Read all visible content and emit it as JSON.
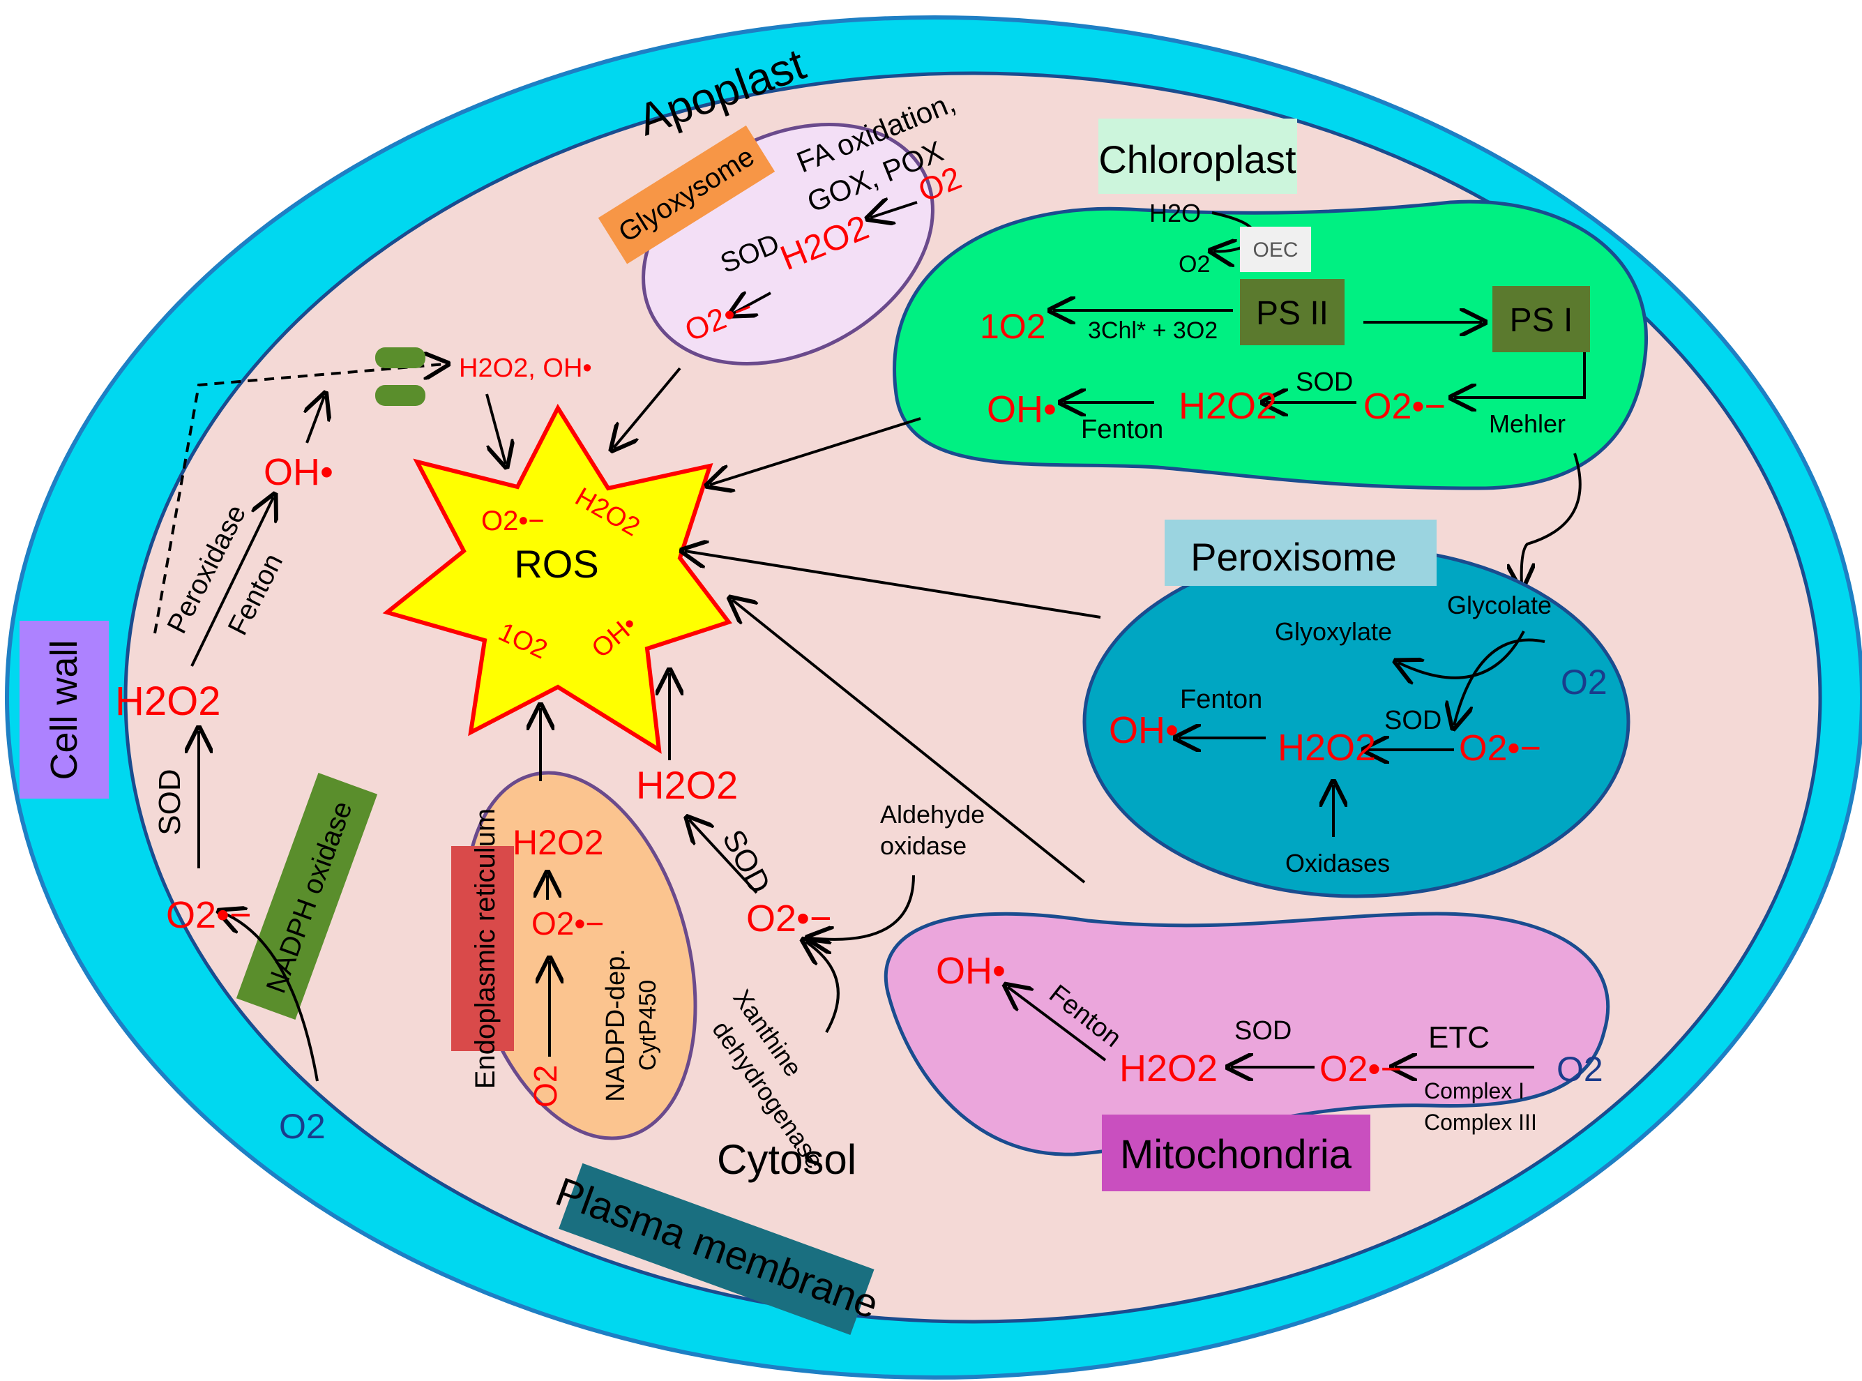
{
  "labels": {
    "apoplast": "Apoplast",
    "cell_wall": "Cell wall",
    "plasma_membrane": "Plasma membrane",
    "cytosol": "Cytosol",
    "glyoxysome": "Glyoxysome",
    "chloroplast": "Chloroplast",
    "peroxisome": "Peroxisome",
    "mitochondria": "Mitochondria",
    "endoplasmic_reticulum": "Endoplasmic reticulum",
    "nadph_oxidase": "NADPH oxidase",
    "ros": "ROS"
  },
  "species": {
    "h2o2": "H2O2",
    "superoxide": "O2•−",
    "hydroxyl": "OH•",
    "singlet_oxygen": "1O2",
    "oxygen": "O2",
    "water": "H2O",
    "h2o2_oh_pair": "H2O2, OH•",
    "chl_triplet": "3Chl* + 3O2"
  },
  "processes": {
    "sod": "SOD",
    "fenton": "Fenton",
    "peroxidase": "Peroxidase",
    "mehler": "Mehler",
    "ps2": "PS II",
    "ps1": "PS I",
    "oec": "OEC",
    "glycolate": "Glycolate",
    "glyoxylate": "Glyoxylate",
    "oxidases": "Oxidases",
    "etc": "ETC",
    "complex1": "Complex I",
    "complex3": "Complex III",
    "aldehyde_oxidase_1": "Aldehyde",
    "aldehyde_oxidase_2": "oxidase",
    "xanthine_1": "Xanthine",
    "xanthine_2": "dehydrogenase",
    "nadpd_1": "NADPD-dep.",
    "nadpd_2": "CytP450",
    "fa_line1": "FA oxidation,",
    "fa_line2": "GOX, POX"
  },
  "colors": {
    "apoplast": "#00d8f0",
    "cytosol": "#f4d9d6",
    "glyoxysome": "#f3dff6",
    "glyoxysome_tag": "#f79646",
    "chloroplast": "#00f082",
    "chloroplast_tag": "#ccf5dc",
    "photosystem": "#5b7a2e",
    "peroxisome": "#00a6c2",
    "peroxisome_tag": "#9bd4e0",
    "mitochondria": "#eba6dc",
    "mitochondria_tag": "#c94fbf",
    "er": "#fbc48f",
    "er_tag": "#d94a4a",
    "nadph_tag": "#5a8e2c",
    "cell_wall_tag": "#ad82ff",
    "membrane_tag": "#1a6f80",
    "ros_star": "#ffff00",
    "ros_outline": "#ff0000"
  }
}
